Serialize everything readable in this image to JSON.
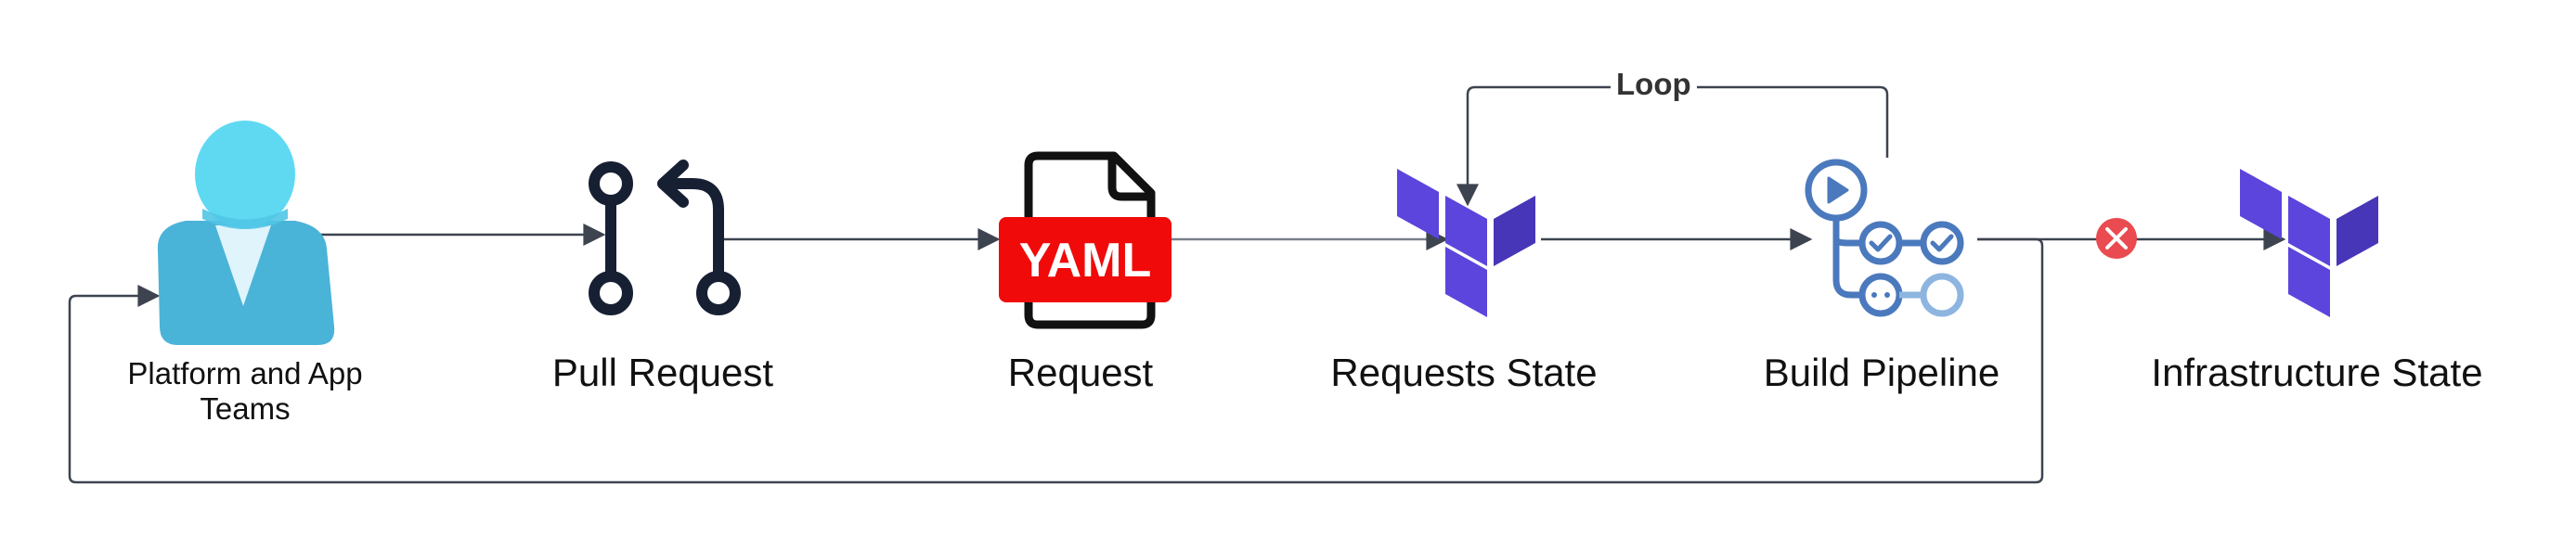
{
  "diagram": {
    "nodes": [
      {
        "id": "teams",
        "label_line1": "Platform and App",
        "label_line2": "Teams",
        "icon": "user-icon"
      },
      {
        "id": "pr",
        "label": "Pull Request",
        "icon": "git-pull-request-icon"
      },
      {
        "id": "request",
        "label": "Request",
        "icon": "yaml-file-icon",
        "badge": "YAML"
      },
      {
        "id": "requests_state",
        "label": "Requests State",
        "icon": "terraform-icon"
      },
      {
        "id": "pipeline",
        "label": "Build Pipeline",
        "icon": "pipeline-icon"
      },
      {
        "id": "infra_state",
        "label": "Infrastructure State",
        "icon": "terraform-icon"
      }
    ],
    "edges": [
      {
        "from": "teams",
        "to": "pr"
      },
      {
        "from": "pr",
        "to": "request"
      },
      {
        "from": "request",
        "to": "requests_state"
      },
      {
        "from": "requests_state",
        "to": "pipeline"
      },
      {
        "from": "pipeline",
        "to": "requests_state",
        "label": "Loop"
      },
      {
        "from": "pipeline",
        "to": "infra_state",
        "blocked": true,
        "marker": "x-icon"
      },
      {
        "from": "pipeline",
        "to": "teams",
        "feedback": true
      }
    ],
    "colors": {
      "line": "#3d4450",
      "user_head": "#5fd9f2",
      "user_body": "#4ab3d8",
      "pr_icon": "#172033",
      "yaml_red": "#f00a0a",
      "terraform_light": "#5b45dc",
      "terraform_dark": "#4836b8",
      "pipeline_blue": "#4b79bd",
      "pipeline_light": "#8db5e0",
      "blocked_red": "#e94b50"
    }
  }
}
